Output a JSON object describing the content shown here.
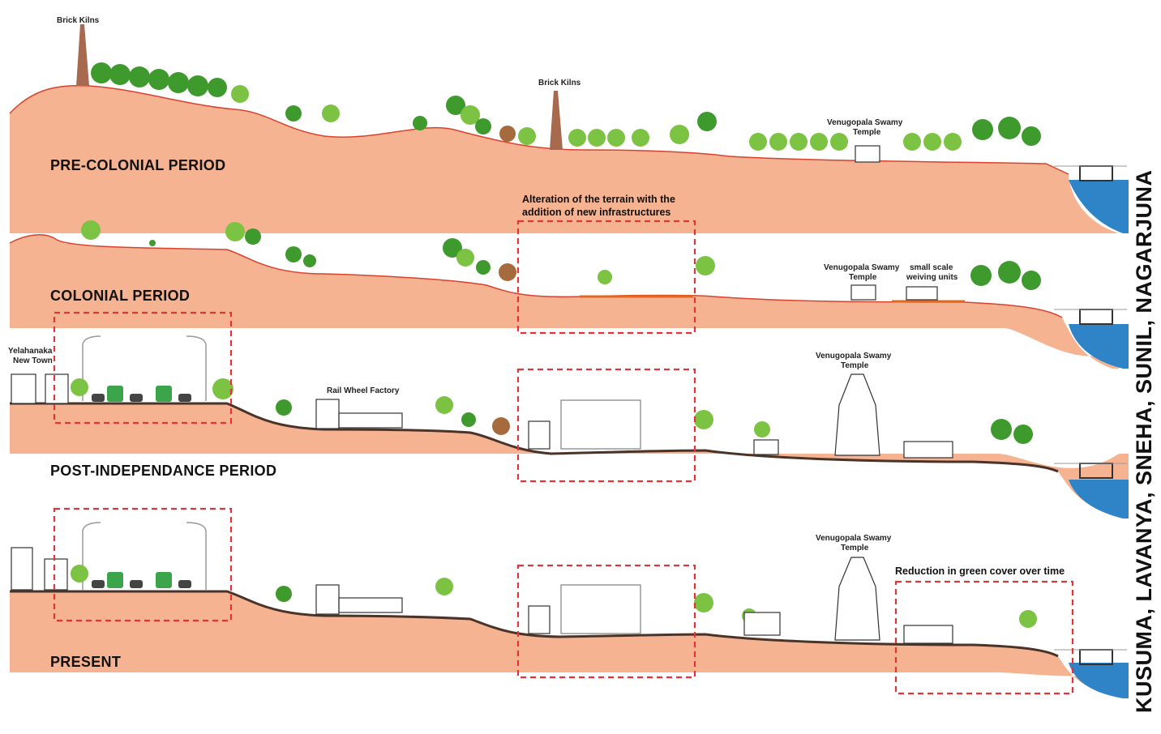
{
  "periods": {
    "pre_colonial": "PRE-COLONIAL PERIOD",
    "colonial": "COLONIAL PERIOD",
    "post_independence": "POST-INDEPENDANCE PERIOD",
    "present": "PRESENT"
  },
  "labels": {
    "brick_kilns": "Brick Kilns",
    "temple_line1": "Venugopala Swamy",
    "temple_line2": "Temple",
    "weaving_line1": "small scale",
    "weaving_line2": "weiving units",
    "terrain_line1": "Alteration of the terrain with the",
    "terrain_line2": "addition of new infrastructures",
    "town_line1": "Yelahanaka",
    "town_line2": "New Town",
    "rail_factory": "Rail Wheel Factory",
    "green_reduction": "Reduction in green cover over time"
  },
  "authors": "KUSUMA, LAVANYA, SNEHA, SUNIL, NAGARJUNA",
  "colors": {
    "terrain": "#f6b391",
    "terrain_edge": "#d9422e",
    "road": "#4a3328",
    "water": "#2f84c7",
    "tree_dark": "#3f9a2e",
    "tree_light": "#7cc243",
    "kiln": "#a86a4e",
    "bus": "#3ca54b",
    "highlight_box": "#e0343a"
  }
}
